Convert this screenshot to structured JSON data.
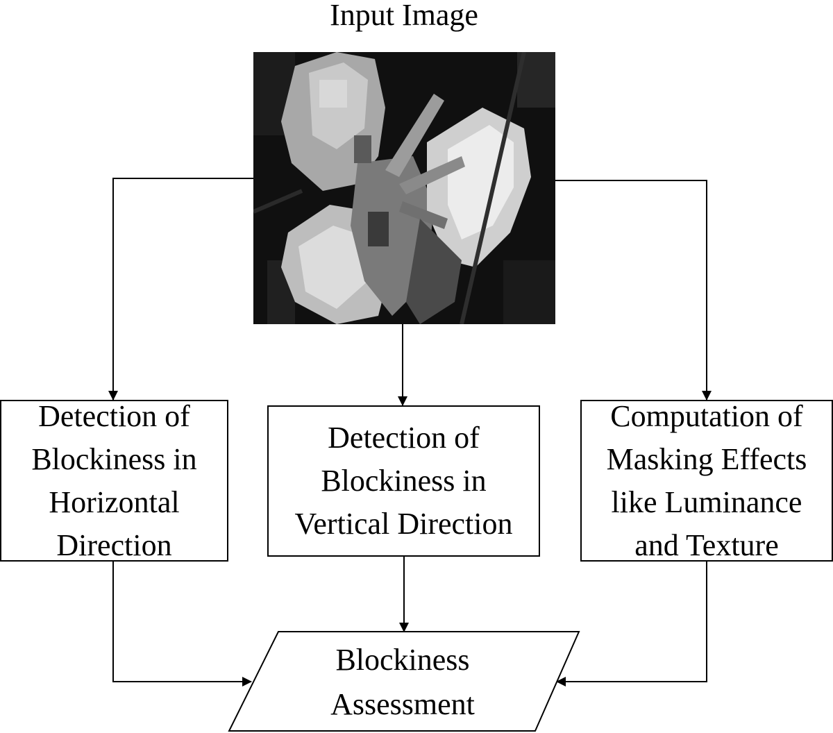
{
  "diagram": {
    "input_label": "Input Image",
    "input_image_icon": "flower-photo-icon",
    "boxes": {
      "horizontal": [
        "Detection of",
        "Blockiness in",
        "Horizontal",
        "Direction"
      ],
      "vertical": [
        "Detection of",
        "Blockiness in",
        "Vertical Direction"
      ],
      "masking": [
        "Computation of",
        "Masking Effects",
        "like Luminance",
        "and Texture"
      ]
    },
    "output": [
      "Blockiness",
      "Assessment"
    ]
  }
}
